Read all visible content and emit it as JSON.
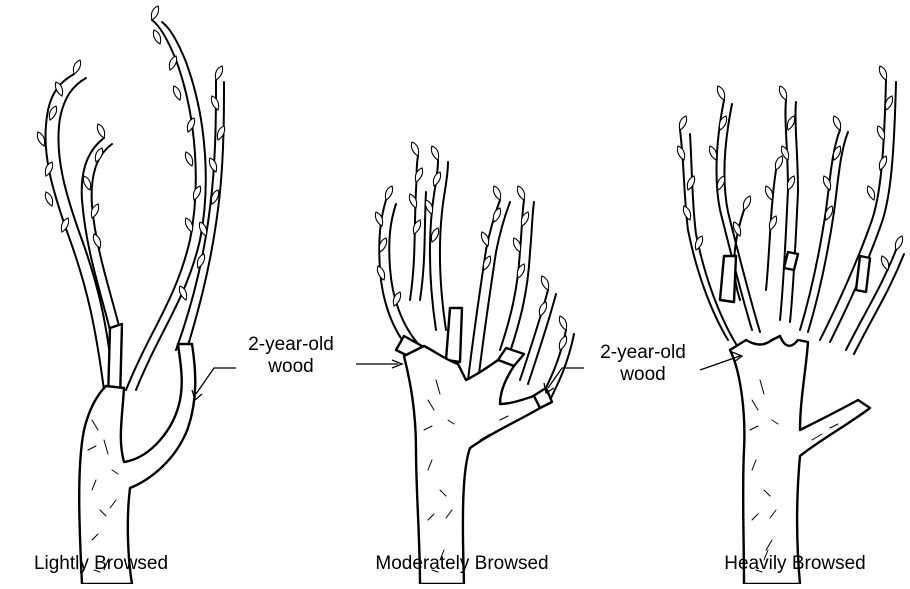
{
  "figure": {
    "panels": [
      {
        "caption": "Lightly Browsed"
      },
      {
        "caption": "Moderately Browsed"
      },
      {
        "caption": "Heavily Browsed"
      }
    ],
    "callouts": [
      {
        "line1": "2-year-old",
        "line2": "wood"
      },
      {
        "line1": "2-year-old",
        "line2": "wood"
      }
    ]
  }
}
